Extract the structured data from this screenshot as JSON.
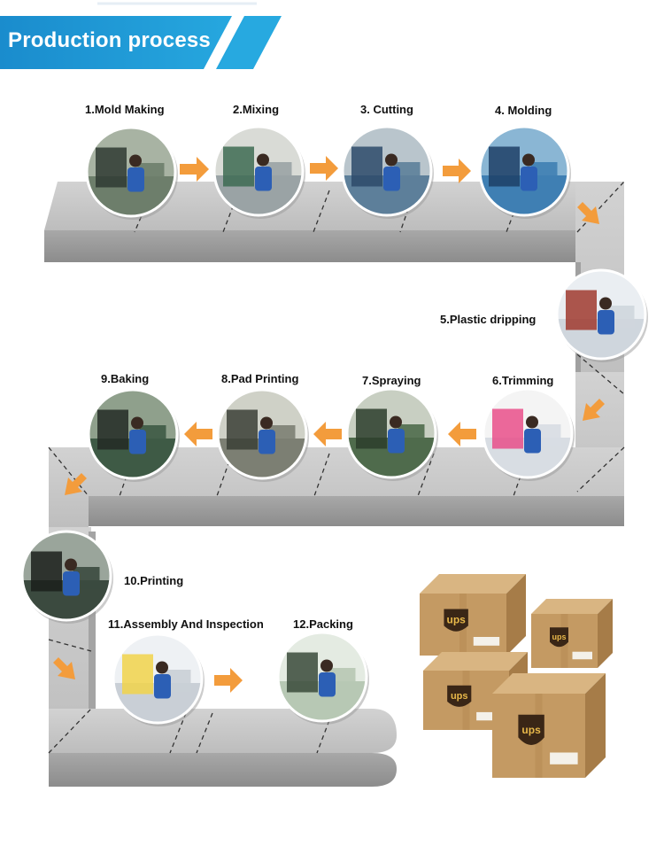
{
  "header": {
    "title": "Production process",
    "color": "#1d8ac8"
  },
  "steps": [
    {
      "label": "1.Mold Making",
      "scene": "machine-operator"
    },
    {
      "label": "2.Mixing",
      "scene": "mixing-mill"
    },
    {
      "label": "3. Cutting",
      "scene": "cutting-worker"
    },
    {
      "label": "4. Molding",
      "scene": "molding-press"
    },
    {
      "label": "5.Plastic dripping",
      "scene": "dripping-worker"
    },
    {
      "label": "6.Trimming",
      "scene": "trimming-worker"
    },
    {
      "label": "7.Spraying",
      "scene": "spray-booth"
    },
    {
      "label": "8.Pad Printing",
      "scene": "printing-floor"
    },
    {
      "label": "9.Baking",
      "scene": "baking-oven"
    },
    {
      "label": "10.Printing",
      "scene": "printing-machine"
    },
    {
      "label": "11.Assembly And Inspection",
      "scene": "inspection-worker"
    },
    {
      "label": "12.Packing",
      "scene": "packing-worker"
    }
  ],
  "boxes": {
    "brand": "UPS",
    "color": "#c49a63"
  },
  "colors": {
    "belt": "#c9c9c9",
    "belt_shadow": "#9e9e9e",
    "arrow": "#f39c3c",
    "worker_shirt": "#2c5fb5"
  }
}
